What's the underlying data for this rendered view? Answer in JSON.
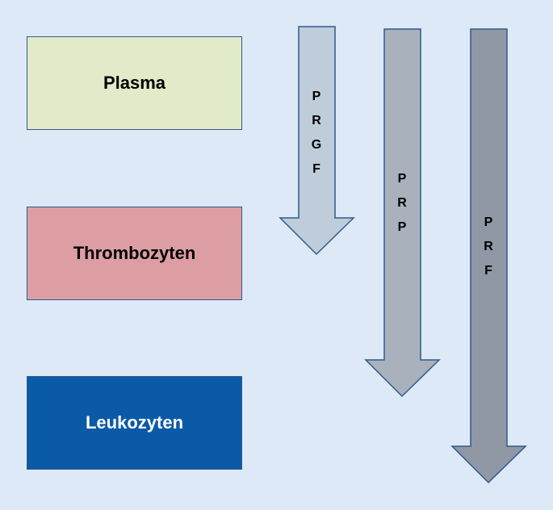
{
  "components": [
    {
      "label": "Plasma",
      "fill": "#e2ebc9",
      "text_color": "#000000"
    },
    {
      "label": "Thrombozyten",
      "fill": "#dd9ea3",
      "text_color": "#000000"
    },
    {
      "label": "Leukozyten",
      "fill": "#0b5aa8",
      "text_color": "#ffffff"
    }
  ],
  "arrows": [
    {
      "letters": [
        "P",
        "R",
        "G",
        "F"
      ],
      "fill": "#bfccd9"
    },
    {
      "letters": [
        "P",
        "R",
        "P"
      ],
      "fill": "#a9b1bd"
    },
    {
      "letters": [
        "P",
        "R",
        "F"
      ],
      "fill": "#8f98a4"
    }
  ],
  "colors": {
    "background": "#dde9f7",
    "border": "#2f5b8c"
  }
}
